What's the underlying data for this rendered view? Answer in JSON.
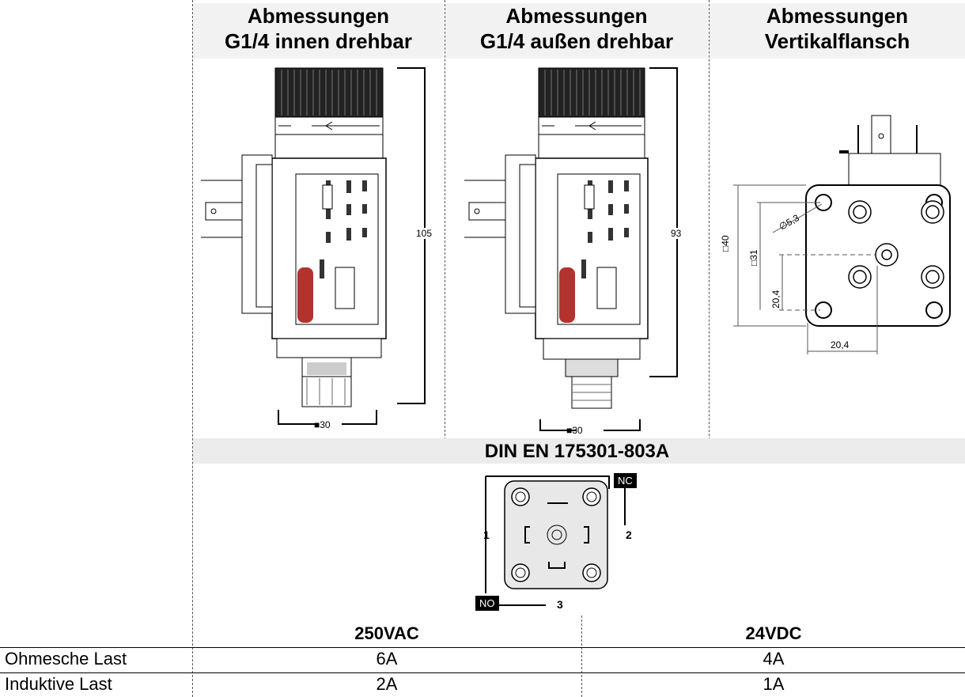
{
  "columns": [
    {
      "line1": "Abmessungen",
      "line2": "G1/4 innen drehbar"
    },
    {
      "line1": "Abmessungen",
      "line2": "G1/4 außen drehbar"
    },
    {
      "line1": "Abmessungen",
      "line2": "Vertikalflansch"
    }
  ],
  "drawing1": {
    "height_label": "105",
    "width_label": "■30"
  },
  "drawing2": {
    "height_label": "93",
    "width_label": "■30"
  },
  "drawing3": {
    "d40": "□40",
    "d31": "□31",
    "d204v": "20,4",
    "d204h": "20,4",
    "hole": "∅5,3"
  },
  "connector": {
    "title": "DIN EN 175301-803A",
    "pin1": "1",
    "pin2": "2",
    "pin3": "3",
    "tag_nc": "NC",
    "tag_no": "NO"
  },
  "load_table": {
    "headers": [
      "250VAC",
      "24VDC"
    ],
    "rows": [
      {
        "label": "Ohmesche Last",
        "ac": "6A",
        "dc": "4A"
      },
      {
        "label": "Induktive Last",
        "ac": "2A",
        "dc": "1A"
      }
    ]
  }
}
